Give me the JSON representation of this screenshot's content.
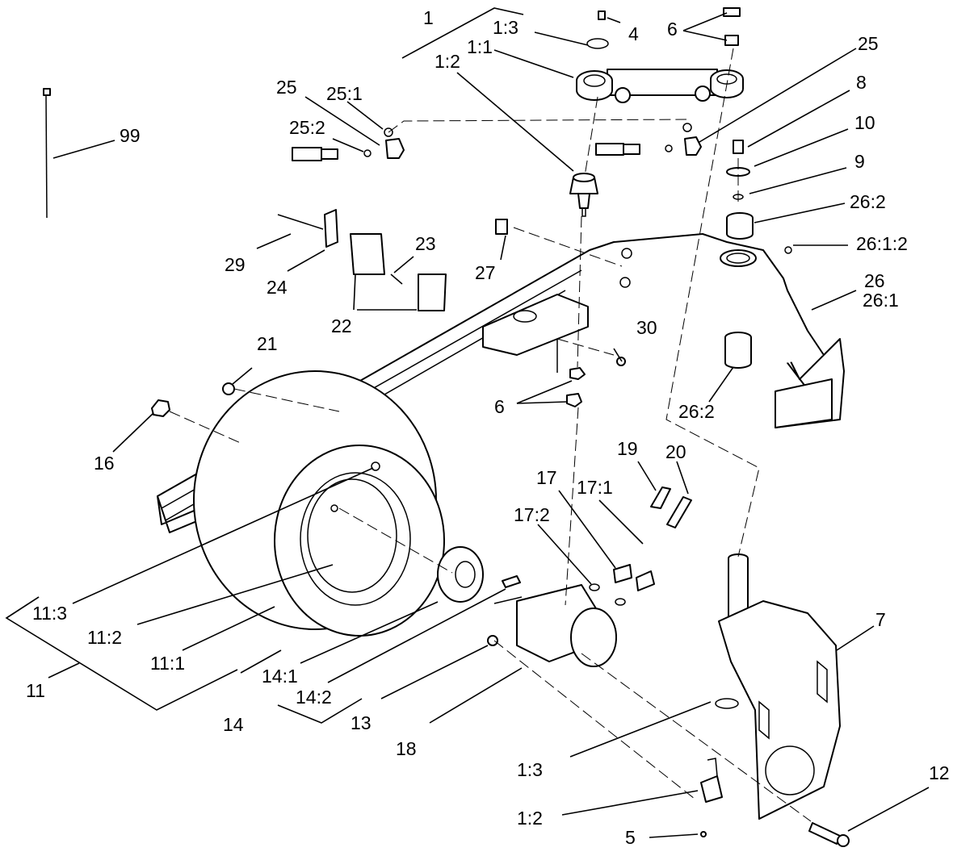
{
  "labels": {
    "p1": "1",
    "p1_3_top": "1:3",
    "p1_1": "1:1",
    "p1_2_top": "1:2",
    "p4": "4",
    "p6_top": "6",
    "p25_left": "25",
    "p25_1": "25:1",
    "p25_2": "25:2",
    "p25_right": "25",
    "p8": "8",
    "p10": "10",
    "p9": "9",
    "p26_2_top": "26:2",
    "p26_1_2": "26:1:2",
    "p26": "26",
    "p26_1": "26:1",
    "p99": "99",
    "p29": "29",
    "p24": "24",
    "p23": "23",
    "p27": "27",
    "p22": "22",
    "p30": "30",
    "p21": "21",
    "p6_mid": "6",
    "p26_2_bot": "26:2",
    "p16": "16",
    "p19": "19",
    "p20": "20",
    "p17": "17",
    "p17_1": "17:1",
    "p17_2": "17:2",
    "p7": "7",
    "p11_3": "11:3",
    "p11_2": "11:2",
    "p11_1": "11:1",
    "p11": "11",
    "p14_1": "14:1",
    "p14_2": "14:2",
    "p14": "14",
    "p13": "13",
    "p18": "18",
    "p1_3_bot": "1:3",
    "p1_2_bot": "1:2",
    "p12": "12",
    "p5": "5"
  }
}
